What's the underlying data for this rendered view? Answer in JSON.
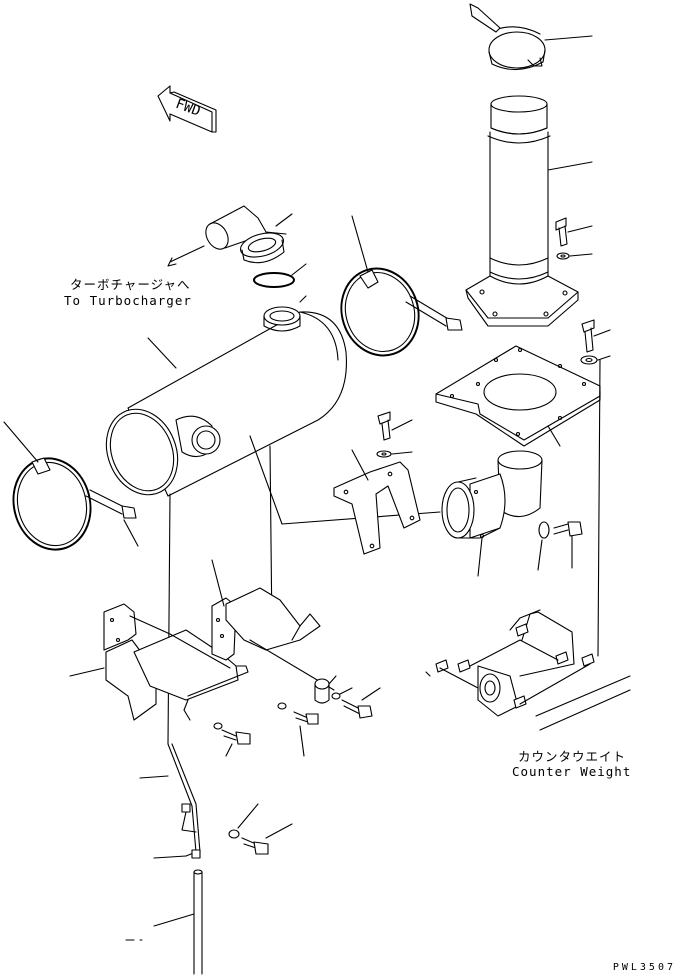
{
  "fwd_label": "FWD",
  "turbo": {
    "jp": "ターボチャージャへ",
    "en": "To Turbocharger"
  },
  "counterweight": {
    "jp": "カウンタウエイト",
    "en": "Counter Weight"
  },
  "drawing_code": "PWL3507"
}
